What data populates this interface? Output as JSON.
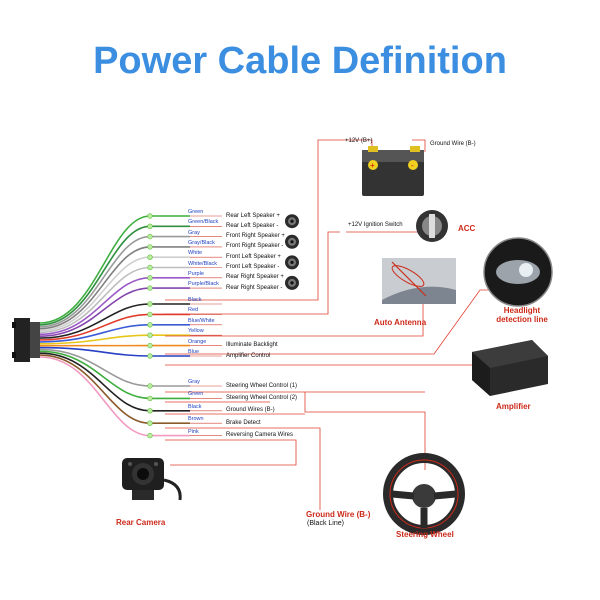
{
  "title": "Power Cable Definition",
  "battery": {
    "pos_label": "+12V (B+)",
    "ground_label": "Ground Wire (B-)"
  },
  "ignition": {
    "label": "+12V Ignition Switch",
    "acc": "ACC"
  },
  "antenna": "Auto Antenna",
  "headlight": "Headlight detection line",
  "amplifier": "Amplifier",
  "rear_camera": "Rear Camera",
  "ground_black": {
    "line1": "Ground Wire (B-)",
    "line2": "(Black Line)"
  },
  "steering_wheel": "Steering Wheel",
  "speakers": [
    {
      "color": "Green",
      "label": "Rear Left Speaker +"
    },
    {
      "color": "Green/Black",
      "label": "Rear Left Speaker -"
    },
    {
      "color": "Gray",
      "label": "Front Right Speaker +"
    },
    {
      "color": "Gray/Black",
      "label": "Front Right Speaker -"
    },
    {
      "color": "White",
      "label": "Front Left Speaker +"
    },
    {
      "color": "White/Black",
      "label": "Front Left Speaker -"
    },
    {
      "color": "Purple",
      "label": "Rear Right Speaker +"
    },
    {
      "color": "Purple/Black",
      "label": "Rear Right Speaker -"
    }
  ],
  "wires_mid": [
    {
      "color": "Black",
      "label": ""
    },
    {
      "color": "Red",
      "label": ""
    },
    {
      "color": "Blue/White",
      "label": ""
    },
    {
      "color": "Yellow",
      "label": ""
    },
    {
      "color": "Orange",
      "label": "Illuminate Backlight"
    },
    {
      "color": "Blue",
      "label": "Amplifier Control"
    }
  ],
  "wires_low": [
    {
      "color": "Gray",
      "label": "Steering Wheel Control (1)"
    },
    {
      "color": "Green",
      "label": "Steering Wheel Control (2)"
    },
    {
      "color": "Black",
      "label": "Ground Wires (B-)"
    },
    {
      "color": "Brown",
      "label": "Brake Detect"
    },
    {
      "color": "Pink",
      "label": "Reversing Camera Wires"
    }
  ],
  "colors": {
    "title": "#3b8ee0",
    "accent_red": "#cc2a1a",
    "color_label": "#1f3fbf",
    "red_wire": "#e04030",
    "blue_wire": "#2233aa"
  }
}
